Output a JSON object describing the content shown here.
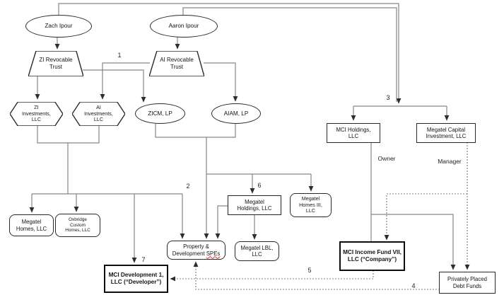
{
  "diagram": {
    "nodes": {
      "zach_ipour": {
        "label": "Zach Ipour"
      },
      "aaron_ipour": {
        "label": "Aaron Ipour"
      },
      "zi_revocable_trust": {
        "label": "ZI Revocable\nTrust"
      },
      "ai_revocable_trust": {
        "label": "AI Revocable\nTrust"
      },
      "zi_investments": {
        "label": "ZI\nInvestments,\nLLC"
      },
      "ai_investments": {
        "label": "AI\nInvestments,\nLLC"
      },
      "zicm": {
        "label": "ZICM, LP"
      },
      "aiam": {
        "label": "AIAM, LP"
      },
      "mci_holdings": {
        "label": "MCI Holdings,\nLLC"
      },
      "megatel_capital": {
        "label": "Megatel Capital\nInvestment, LLC"
      },
      "megatel_homes": {
        "label": "Megatel\nHomes, LLC"
      },
      "oxbridge": {
        "label": "Oxbridge\nCustom\nHomes, LLC"
      },
      "property_spes": {
        "line1": "Property &",
        "line2a": "Development",
        "line2b": "SPEs"
      },
      "megatel_holdings": {
        "label": "Megatel\nHoldings, LLC"
      },
      "megatel_homes_iii": {
        "label": "Megatel\nHomes III,\nLLC"
      },
      "megatel_lbl": {
        "label": "Megatel LBL,\nLLC"
      },
      "mci_income_fund": {
        "label": "MCI Income Fund VII,\nLLC (“Company”)"
      },
      "mci_development": {
        "label": "MCI Development 1,\nLLC (“Developer”)"
      },
      "debt_funds": {
        "label": "Privately Placed\nDebt Funds"
      }
    },
    "numbers": {
      "n1": "1",
      "n2": "2",
      "n3": "3",
      "n4": "4",
      "n5": "5",
      "n6": "6",
      "n7": "7"
    },
    "edge_labels": {
      "owner": "Owner",
      "manager": "Manager"
    },
    "colors": {
      "connector": "#868686",
      "arrowhead": "#2d2d2d",
      "shape_border": "#262626",
      "spellcheck_underline": "#e03131"
    }
  }
}
